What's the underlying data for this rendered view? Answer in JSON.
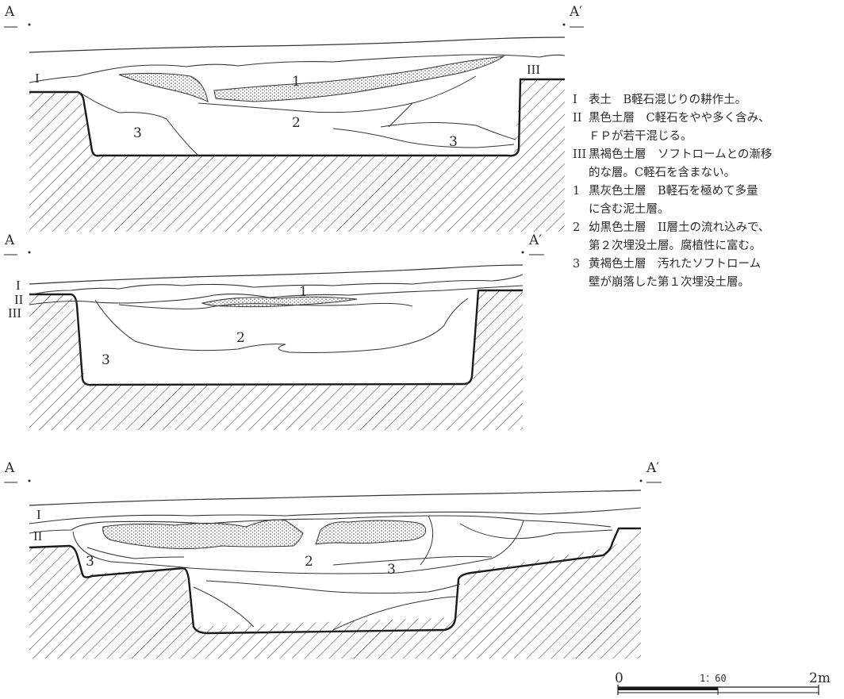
{
  "sections": [
    {
      "left_label": "A",
      "right_label": "A′",
      "layer_labels": {
        "roman_1": "I",
        "roman_3": "III",
        "fill_1": "1",
        "fill_2": "2",
        "fill_3_left": "3",
        "fill_3_right": "3"
      }
    },
    {
      "left_label": "A",
      "right_label": "A′",
      "layer_labels": {
        "roman_1": "I",
        "roman_2": "II",
        "roman_3": "III",
        "fill_1": "1",
        "fill_2": "2",
        "fill_3": "3"
      }
    },
    {
      "left_label": "A",
      "right_label": "A′",
      "layer_labels": {
        "roman_1": "I",
        "roman_2": "II",
        "fill_2": "2",
        "fill_3_left": "3",
        "fill_3_right": "3"
      }
    }
  ],
  "legend": [
    {
      "key": "I",
      "text": "表土　B軽石混じりの耕作土。"
    },
    {
      "key": "II",
      "text": "黒色土層　C軽石をやや多く含み、"
    },
    {
      "key": "",
      "text": "ＦＰが若干混じる。"
    },
    {
      "key": "III",
      "text": "黒褐色土層　ソフトロームとの漸移"
    },
    {
      "key": "",
      "text": "的な層。C軽石を含まない。"
    },
    {
      "key": "1",
      "text": "黒灰色土層　B軽石を極めて多量"
    },
    {
      "key": "",
      "text": "に含む泥土層。"
    },
    {
      "key": "2",
      "text": "幼黒色土層　II層土の流れ込みで、"
    },
    {
      "key": "",
      "text": "第２次埋没土層。腐植性に富む。"
    },
    {
      "key": "3",
      "text": "黄褐色土層　汚れたソフトローム"
    },
    {
      "key": "",
      "text": "壁が崩落した第１次埋没土層。"
    }
  ],
  "scale_bar": {
    "start": "0",
    "ratio": "1：60",
    "end": "2m"
  }
}
